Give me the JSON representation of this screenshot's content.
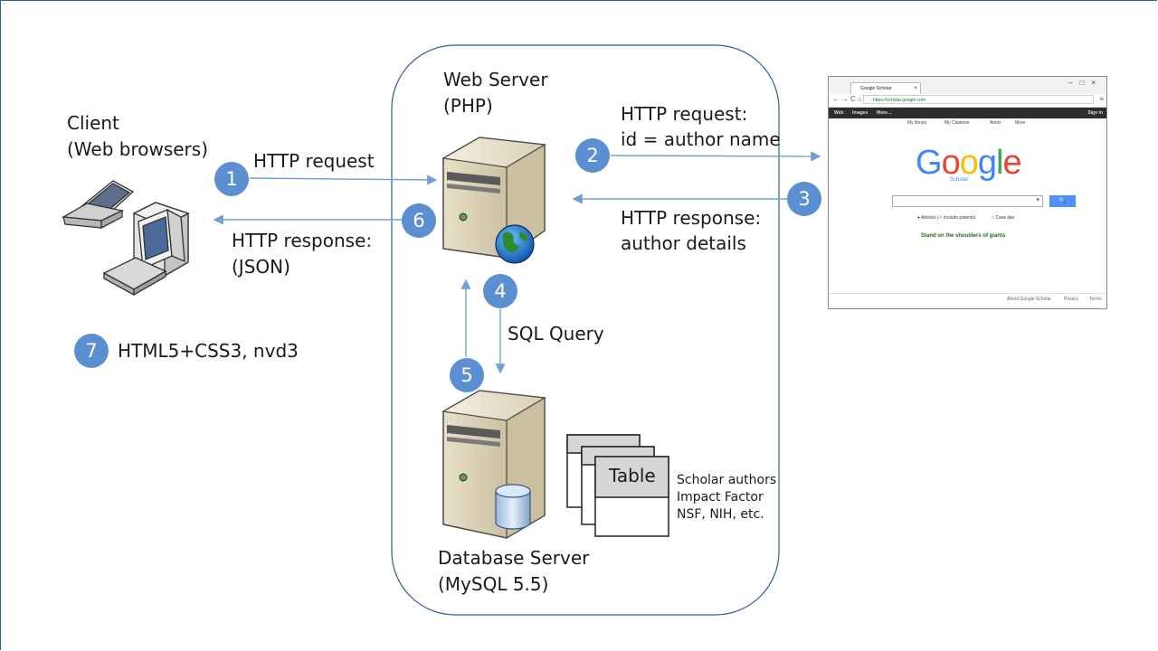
{
  "nodes": {
    "client": {
      "line1": "Client",
      "line2": "(Web browsers)"
    },
    "web_server": {
      "line1": "Web Server",
      "line2": "(PHP)"
    },
    "db_server": {
      "line1": "Database Server",
      "line2": "(MySQL 5.5)"
    },
    "table_label": "Table",
    "tables_desc": [
      "Scholar authors",
      "Impact Factor",
      "NSF, NIH, etc."
    ]
  },
  "steps": [
    {
      "num": "1",
      "lines": [
        "HTTP request"
      ]
    },
    {
      "num": "2",
      "lines": [
        "HTTP request:",
        "id = author name"
      ]
    },
    {
      "num": "3",
      "lines": [
        "HTTP response:",
        "author details"
      ]
    },
    {
      "num": "4",
      "lines": [
        "SQL Query"
      ]
    },
    {
      "num": "5",
      "lines": []
    },
    {
      "num": "6",
      "lines": [
        "HTTP response:",
        "(JSON)"
      ]
    },
    {
      "num": "7",
      "lines": [
        "HTML5+CSS3, nvd3"
      ]
    }
  ],
  "scholar": {
    "tab_title": "Google Scholar",
    "url": "https://scholar.google.com",
    "top_links": [
      "Web",
      "Images",
      "More..."
    ],
    "signin": "Sign in",
    "sub_links": [
      "My library",
      "My Citations",
      "Alerts",
      "More"
    ],
    "logo": "Google",
    "logo_sub": "Scholar",
    "radio_1": "Articles (✓ include patents)",
    "radio_2": "Case law",
    "motto": "Stand on the shoulders of giants",
    "footer": [
      "About Google Scholar",
      "Privacy",
      "Terms"
    ],
    "logo_colors": [
      "#4285f4",
      "#ea4335",
      "#fbbc05",
      "#4285f4",
      "#34a853",
      "#ea4335"
    ]
  },
  "colors": {
    "accent": "#5b8fd2",
    "arrow": "#6f9fd6",
    "frame": "#2e5c9a"
  }
}
